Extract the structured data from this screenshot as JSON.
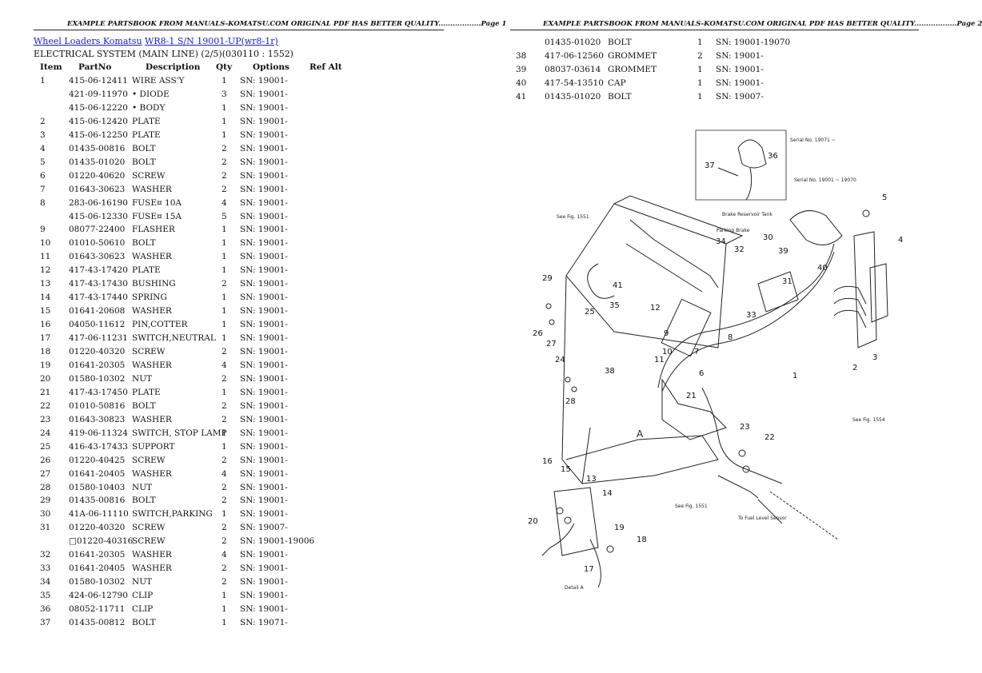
{
  "header": {
    "left": "EXAMPLE PARTSBOOK FROM MANUALS-KOMATSU.COM ORIGINAL PDF HAS BETTER QUALITY..................Page 1",
    "right": "EXAMPLE PARTSBOOK FROM MANUALS-KOMATSU.COM ORIGINAL PDF HAS BETTER QUALITY..................Page 2"
  },
  "breadcrumb": {
    "link1": "Wheel Loaders Komatsu",
    "link2": "WR8-1 S/N 19001-UP(wr8-1r)"
  },
  "subtitle": "ELECTRICAL SYSTEM (MAIN LINE) (2/5)(030110 : 1552)",
  "table_headers": {
    "item": "Item",
    "partno": "PartNo",
    "description": "Description",
    "qty": "Qty",
    "options": "Options",
    "refalt": "Ref Alt"
  },
  "rows_left": [
    {
      "item": "1",
      "part": "415-06-12411",
      "desc": "WIRE ASS'Y",
      "qty": "1",
      "opt": "SN: 19001-"
    },
    {
      "item": "",
      "part": "421-09-11970",
      "desc": "• DIODE",
      "qty": "3",
      "opt": "SN: 19001-"
    },
    {
      "item": "",
      "part": "415-06-12220",
      "desc": "• BODY",
      "qty": "1",
      "opt": "SN: 19001-"
    },
    {
      "item": "2",
      "part": "415-06-12420",
      "desc": "PLATE",
      "qty": "1",
      "opt": "SN: 19001-"
    },
    {
      "item": "3",
      "part": "415-06-12250",
      "desc": "PLATE",
      "qty": "1",
      "opt": "SN: 19001-"
    },
    {
      "item": "4",
      "part": "01435-00816",
      "desc": "BOLT",
      "qty": "2",
      "opt": "SN: 19001-"
    },
    {
      "item": "5",
      "part": "01435-01020",
      "desc": "BOLT",
      "qty": "2",
      "opt": "SN: 19001-"
    },
    {
      "item": "6",
      "part": "01220-40620",
      "desc": "SCREW",
      "qty": "2",
      "opt": "SN: 19001-"
    },
    {
      "item": "7",
      "part": "01643-30623",
      "desc": "WASHER",
      "qty": "2",
      "opt": "SN: 19001-"
    },
    {
      "item": "8",
      "part": "283-06-16190",
      "desc": "FUSE¤ 10A",
      "qty": "4",
      "opt": "SN: 19001-"
    },
    {
      "item": "",
      "part": "415-06-12330",
      "desc": "FUSE¤ 15A",
      "qty": "5",
      "opt": "SN: 19001-"
    },
    {
      "item": "9",
      "part": "08077-22400",
      "desc": "FLASHER",
      "qty": "1",
      "opt": "SN: 19001-"
    },
    {
      "item": "10",
      "part": "01010-50610",
      "desc": "BOLT",
      "qty": "1",
      "opt": "SN: 19001-"
    },
    {
      "item": "11",
      "part": "01643-30623",
      "desc": "WASHER",
      "qty": "1",
      "opt": "SN: 19001-"
    },
    {
      "item": "12",
      "part": "417-43-17420",
      "desc": "PLATE",
      "qty": "1",
      "opt": "SN: 19001-"
    },
    {
      "item": "13",
      "part": "417-43-17430",
      "desc": "BUSHING",
      "qty": "2",
      "opt": "SN: 19001-"
    },
    {
      "item": "14",
      "part": "417-43-17440",
      "desc": "SPRING",
      "qty": "1",
      "opt": "SN: 19001-"
    },
    {
      "item": "15",
      "part": "01641-20608",
      "desc": "WASHER",
      "qty": "1",
      "opt": "SN: 19001-"
    },
    {
      "item": "16",
      "part": "04050-11612",
      "desc": "PIN,COTTER",
      "qty": "1",
      "opt": "SN: 19001-"
    },
    {
      "item": "17",
      "part": "417-06-11231",
      "desc": "SWITCH,NEUTRAL",
      "qty": "1",
      "opt": "SN: 19001-"
    },
    {
      "item": "18",
      "part": "01220-40320",
      "desc": "SCREW",
      "qty": "2",
      "opt": "SN: 19001-"
    },
    {
      "item": "19",
      "part": "01641-20305",
      "desc": "WASHER",
      "qty": "4",
      "opt": "SN: 19001-"
    },
    {
      "item": "20",
      "part": "01580-10302",
      "desc": "NUT",
      "qty": "2",
      "opt": "SN: 19001-"
    },
    {
      "item": "21",
      "part": "417-43-17450",
      "desc": "PLATE",
      "qty": "1",
      "opt": "SN: 19001-"
    },
    {
      "item": "22",
      "part": "01010-50816",
      "desc": "BOLT",
      "qty": "2",
      "opt": "SN: 19001-"
    },
    {
      "item": "23",
      "part": "01643-30823",
      "desc": "WASHER",
      "qty": "2",
      "opt": "SN: 19001-"
    },
    {
      "item": "24",
      "part": "419-06-11324",
      "desc": "SWITCH, STOP LAMP",
      "qty": "1",
      "opt": "SN: 19001-"
    },
    {
      "item": "25",
      "part": "416-43-17433",
      "desc": "SUPPORT",
      "qty": "1",
      "opt": "SN: 19001-"
    },
    {
      "item": "26",
      "part": "01220-40425",
      "desc": "SCREW",
      "qty": "2",
      "opt": "SN: 19001-"
    },
    {
      "item": "27",
      "part": "01641-20405",
      "desc": "WASHER",
      "qty": "4",
      "opt": "SN: 19001-"
    },
    {
      "item": "28",
      "part": "01580-10403",
      "desc": "NUT",
      "qty": "2",
      "opt": "SN: 19001-"
    },
    {
      "item": "29",
      "part": "01435-00816",
      "desc": "BOLT",
      "qty": "2",
      "opt": "SN: 19001-"
    },
    {
      "item": "30",
      "part": "41A-06-11110",
      "desc": "SWITCH,PARKING",
      "qty": "1",
      "opt": "SN: 19001-"
    },
    {
      "item": "31",
      "part": "01220-40320",
      "desc": "SCREW",
      "qty": "2",
      "opt": "SN: 19007-"
    },
    {
      "item": "",
      "part": "□01220-40316",
      "desc": "SCREW",
      "qty": "2",
      "opt": "SN: 19001-19006"
    },
    {
      "item": "32",
      "part": "01641-20305",
      "desc": "WASHER",
      "qty": "4",
      "opt": "SN: 19001-"
    },
    {
      "item": "33",
      "part": "01641-20405",
      "desc": "WASHER",
      "qty": "2",
      "opt": "SN: 19001-"
    },
    {
      "item": "34",
      "part": "01580-10302",
      "desc": "NUT",
      "qty": "2",
      "opt": "SN: 19001-"
    },
    {
      "item": "35",
      "part": "424-06-12790",
      "desc": "CLIP",
      "qty": "1",
      "opt": "SN: 19001-"
    },
    {
      "item": "36",
      "part": "08052-11711",
      "desc": "CLIP",
      "qty": "1",
      "opt": "SN: 19001-"
    },
    {
      "item": "37",
      "part": "01435-00812",
      "desc": "BOLT",
      "qty": "1",
      "opt": "SN: 19071-"
    }
  ],
  "rows_right": [
    {
      "item": "",
      "part": "01435-01020",
      "desc": "BOLT",
      "qty": "1",
      "opt": "SN: 19001-19070"
    },
    {
      "item": "38",
      "part": "417-06-12560",
      "desc": "GROMMET",
      "qty": "2",
      "opt": "SN: 19001-"
    },
    {
      "item": "39",
      "part": "08037-03614",
      "desc": "GROMMET",
      "qty": "1",
      "opt": "SN: 19001-"
    },
    {
      "item": "40",
      "part": "417-54-13510",
      "desc": "CAP",
      "qty": "1",
      "opt": "SN: 19001-"
    },
    {
      "item": "41",
      "part": "01435-01020",
      "desc": "BOLT",
      "qty": "1",
      "opt": "SN: 19007-"
    }
  ],
  "diagram": {
    "callouts": [
      "1",
      "2",
      "3",
      "4",
      "5",
      "6",
      "7",
      "8",
      "9",
      "10",
      "11",
      "12",
      "13",
      "14",
      "15",
      "16",
      "17",
      "18",
      "19",
      "20",
      "21",
      "22",
      "23",
      "24",
      "25",
      "26",
      "27",
      "28",
      "29",
      "30",
      "31",
      "32",
      "33",
      "34",
      "35",
      "36",
      "37",
      "38",
      "39",
      "40",
      "41"
    ],
    "annotations": {
      "serial_new": "Serial No. 19071 ~",
      "serial_old": "Serial No. 19001 ~ 19070",
      "brake_tank": "Brake Reservoir Tank",
      "parking_brake": "Parking Brake",
      "see_fig_top": "See Fig. 1551",
      "see_fig_right": "See Fig. 1554",
      "see_fig_bottom": "See Fig. 1551",
      "fuel_sensor": "To Fuel Level Sensor",
      "detail_a": "Detail A",
      "label_a": "A"
    }
  }
}
